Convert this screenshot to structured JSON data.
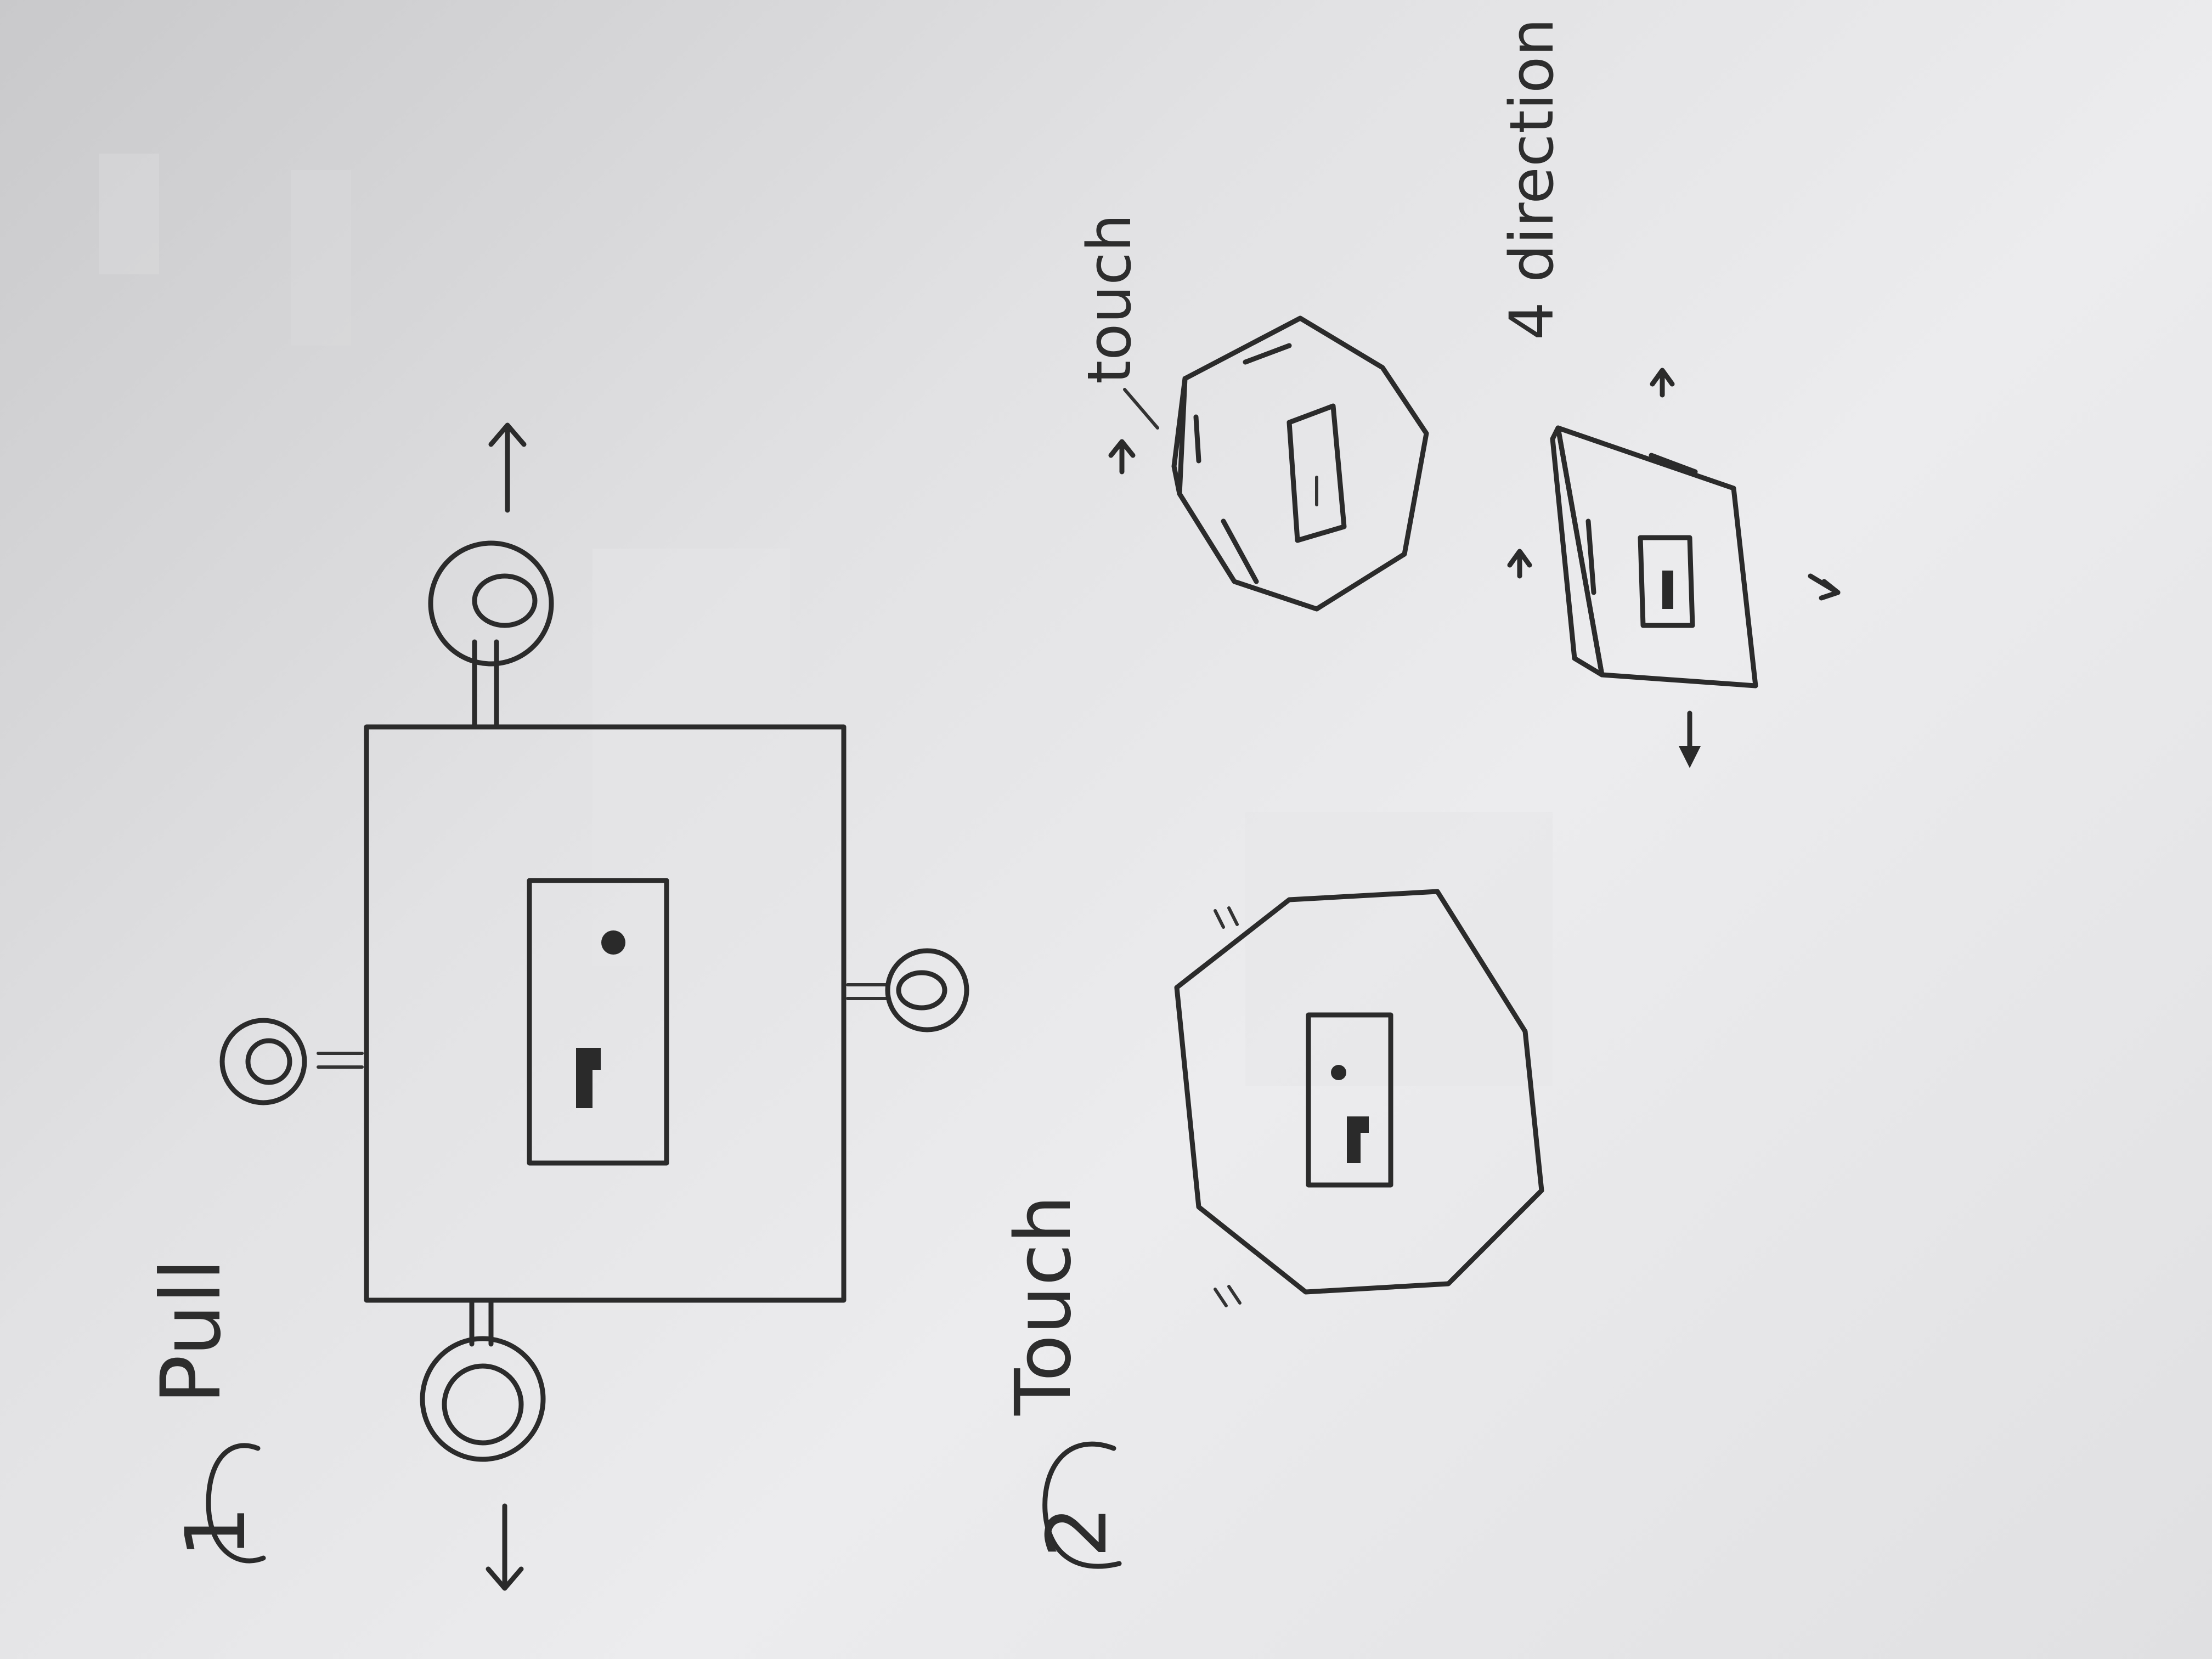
{
  "sections": [
    {
      "number": "1",
      "label": "Pull"
    },
    {
      "number": "2",
      "label": "Touch"
    }
  ],
  "annotations": {
    "touch_label": "touch",
    "direction_label": "4 direction"
  }
}
